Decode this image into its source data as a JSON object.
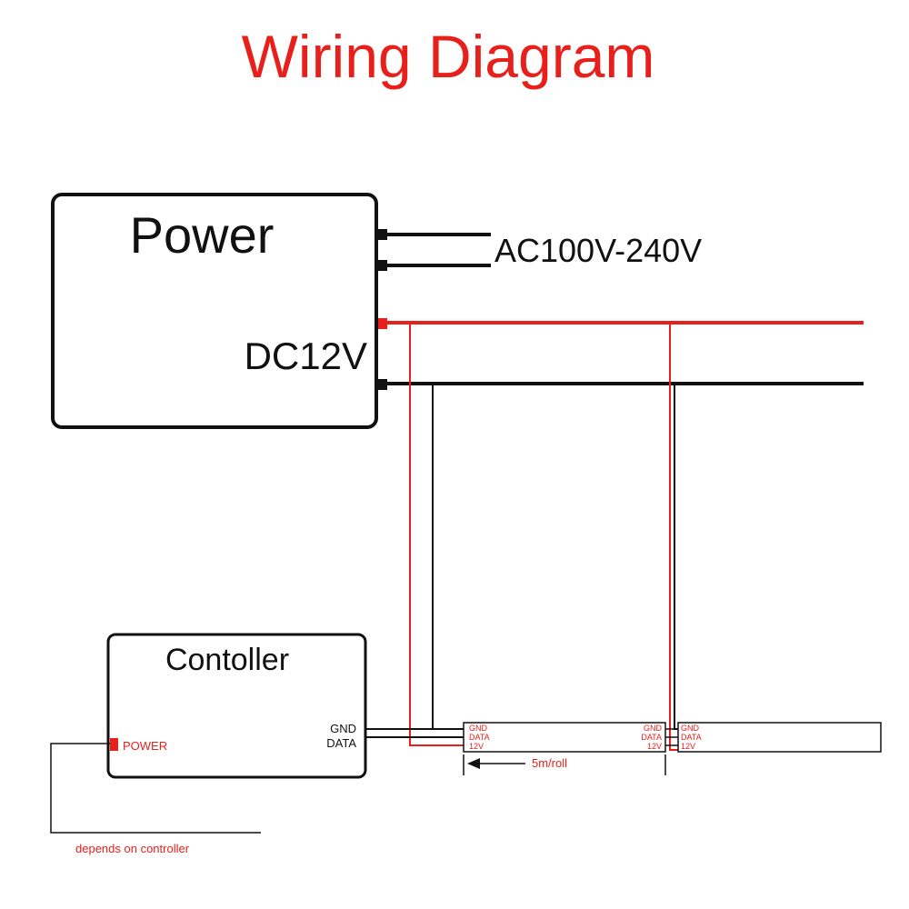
{
  "title": "Wiring Diagram",
  "power": {
    "label": "Power",
    "input_label": "AC100V-240V",
    "output_label": "DC12V"
  },
  "controller": {
    "label": "Contoller",
    "gnd_label": "GND",
    "data_label": "DATA",
    "power_label": "POWER",
    "power_note": "depends on controller"
  },
  "strip1": {
    "in_gnd": "GND",
    "in_data": "DATA",
    "in_12v": "12V",
    "out_gnd": "GND",
    "out_data": "DATA",
    "out_12v": "12V"
  },
  "strip2": {
    "in_gnd": "GND",
    "in_data": "DATA",
    "in_12v": "12V"
  },
  "dimension_label": "5m/roll",
  "colors": {
    "title": "#e8201b",
    "positive_wire": "#e8201b",
    "ground_wire": "#111111",
    "strip_labels": "#e8201b"
  }
}
